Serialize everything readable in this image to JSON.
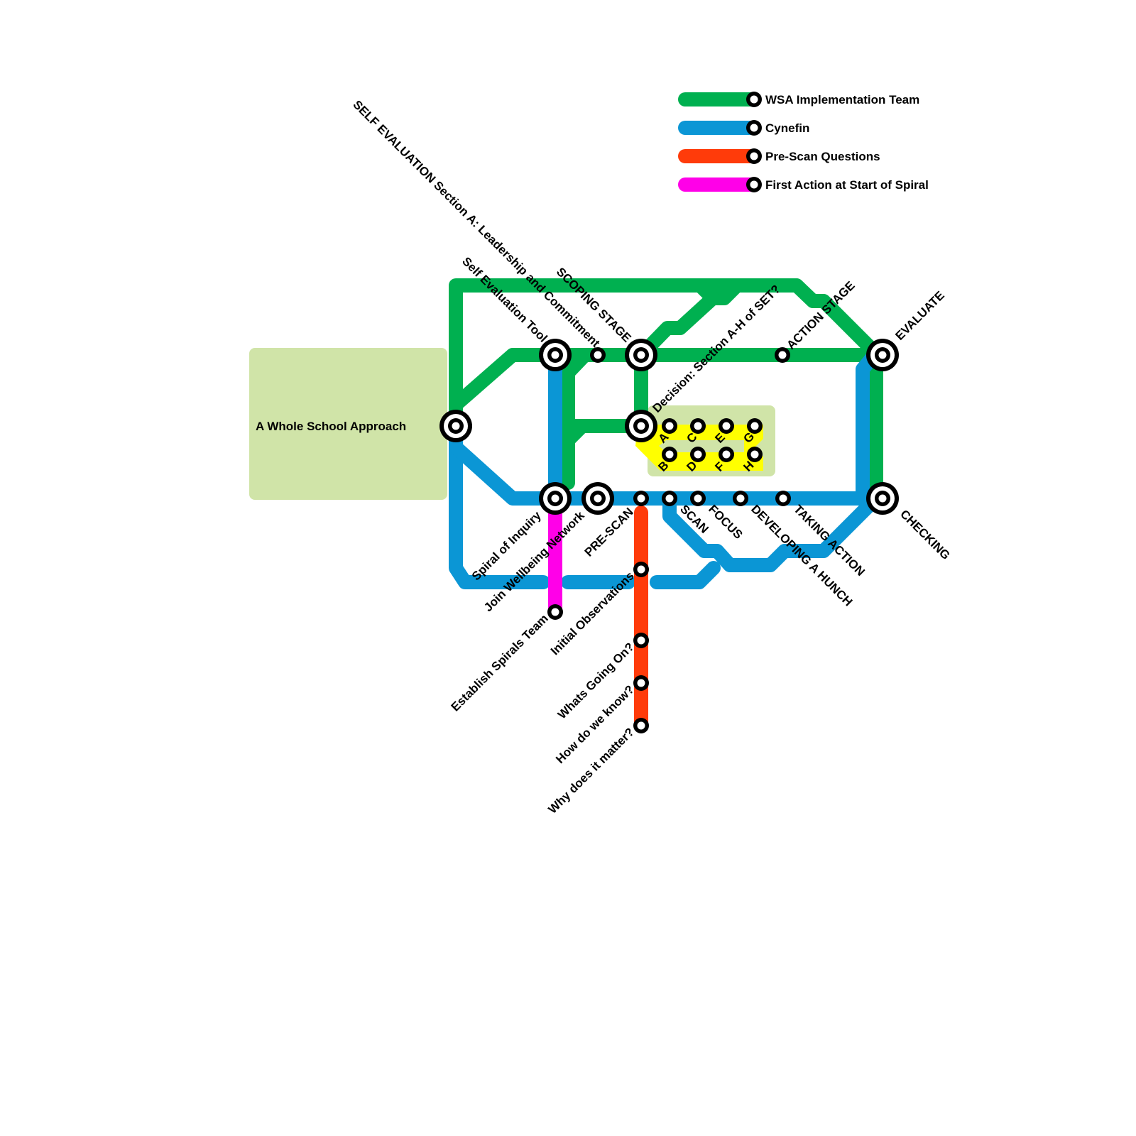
{
  "title": "A Whole School Approach",
  "colors": {
    "wsa": "#00b050",
    "cynefin": "#0b96d5",
    "prescan": "#ff3b0a",
    "first_action": "#ff00e8",
    "area": "#d0e4a8",
    "highlight": "#ffff00"
  },
  "legend": [
    {
      "label": "WSA Implementation Team",
      "color": "#00b050"
    },
    {
      "label": "Cynefin",
      "color": "#0b96d5"
    },
    {
      "label": "Pre-Scan Questions",
      "color": "#ff3b0a"
    },
    {
      "label": "First Action at Start of Spiral",
      "color": "#ff00e8"
    }
  ],
  "areas": {
    "main": "A Whole School Approach"
  },
  "stations": {
    "whole_school": "",
    "self_eval_header": "SELF EVALUATION  Section A: Leadership and Commitment",
    "self_eval_tool": "Self Evaluation Tool",
    "scoping": "SCOPING STAGE",
    "decision": "Decision: Section A-H of SET?",
    "action_stage": "ACTION STAGE",
    "evaluate": "EVALUATE",
    "checking": "CHECKING",
    "spiral": "Spiral of Inquiry",
    "join_network": "Join Wellbeing Network",
    "prescan": "PRE-SCAN",
    "scan": "SCAN",
    "focus": "FOCUS",
    "hunch": "DEVELOPING A HUNCH",
    "taking_action": "TAKING ACTION",
    "establish": "Establish Spirals Team",
    "initial_obs": "Initial Observations",
    "whats_going": "Whats Going On?",
    "how_know": "How do we know?",
    "why_matter": "Why does it matter?",
    "sections": [
      "A",
      "B",
      "C",
      "D",
      "E",
      "F",
      "G",
      "H"
    ]
  }
}
